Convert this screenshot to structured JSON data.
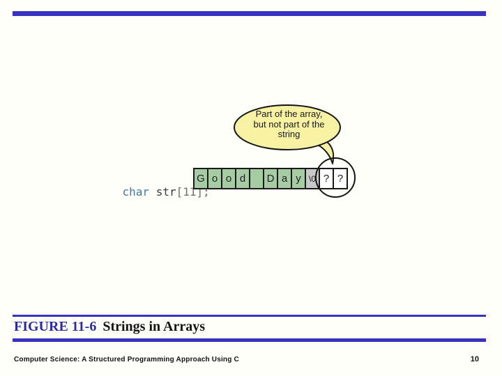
{
  "slide": {
    "background": "#FFFFFA",
    "accent_color": "#3733BE"
  },
  "diagram": {
    "callout": {
      "lines": [
        "Part of the array,",
        "but not part of the",
        "string"
      ],
      "fill": "#F6F1A3",
      "stroke": "#141414"
    },
    "code": {
      "keyword": "char",
      "name": " str",
      "rest": "[11];",
      "keyword_color": "#42779E",
      "name_color": "#3C3C3C",
      "rest_color": "#6F6F6F"
    },
    "array": {
      "cells": [
        {
          "ch": "G",
          "type": "string"
        },
        {
          "ch": "o",
          "type": "string"
        },
        {
          "ch": "o",
          "type": "string"
        },
        {
          "ch": "d",
          "type": "string"
        },
        {
          "ch": "",
          "type": "string"
        },
        {
          "ch": "D",
          "type": "string"
        },
        {
          "ch": "a",
          "type": "string"
        },
        {
          "ch": "y",
          "type": "string"
        },
        {
          "ch": "\\0",
          "type": "terminator"
        },
        {
          "ch": "?",
          "type": "unused"
        },
        {
          "ch": "?",
          "type": "unused"
        }
      ],
      "colors": {
        "string": "#A5CCA3",
        "terminator": "#C9C9C9",
        "unused": "#FFFFFF"
      }
    }
  },
  "caption": {
    "figure_label": "FIGURE 11-6",
    "figure_label_color": "#2B2BA4",
    "figure_title": "Strings in Arrays"
  },
  "footer": {
    "book_title": "Computer Science: A Structured Programming Approach Using C",
    "page_number": "10"
  }
}
